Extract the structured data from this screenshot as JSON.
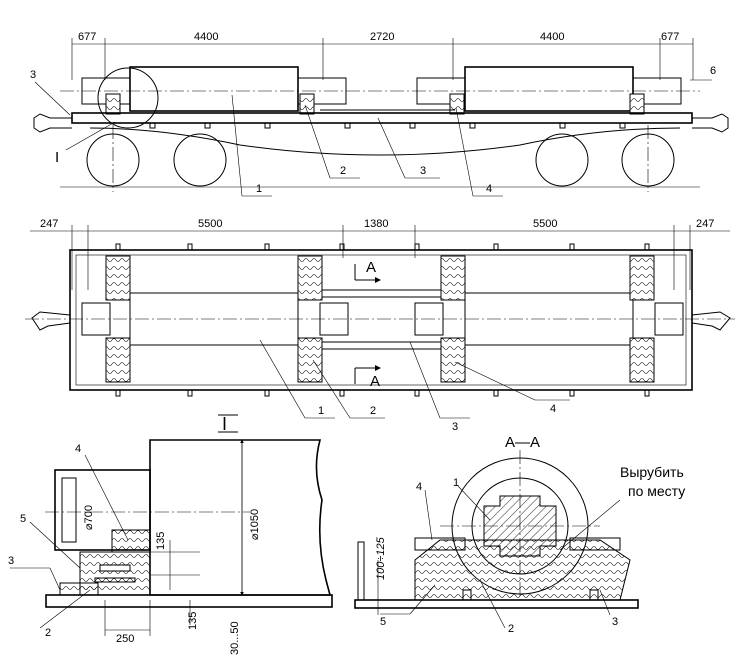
{
  "side_view": {
    "dims": [
      "677",
      "4400",
      "2720",
      "4400",
      "677"
    ],
    "labels": [
      "3",
      "I",
      "1",
      "2",
      "3",
      "4",
      "6"
    ]
  },
  "top_view": {
    "dims": [
      "247",
      "5500",
      "1380",
      "5500",
      "247"
    ],
    "section_marks": [
      "A",
      "A"
    ],
    "labels": [
      "1",
      "2",
      "3",
      "4"
    ]
  },
  "detail": {
    "title": "I",
    "dims": [
      "700",
      "1050",
      "135",
      "135",
      "250",
      "30...50"
    ],
    "diam_prefix": "⌀",
    "labels": [
      "4",
      "5",
      "3",
      "2"
    ]
  },
  "section": {
    "title": "А—А",
    "dim": "100÷125",
    "note_line1": "Вырубить",
    "note_line2": "по месту",
    "labels": [
      "4",
      "1",
      "5",
      "2",
      "3"
    ]
  }
}
